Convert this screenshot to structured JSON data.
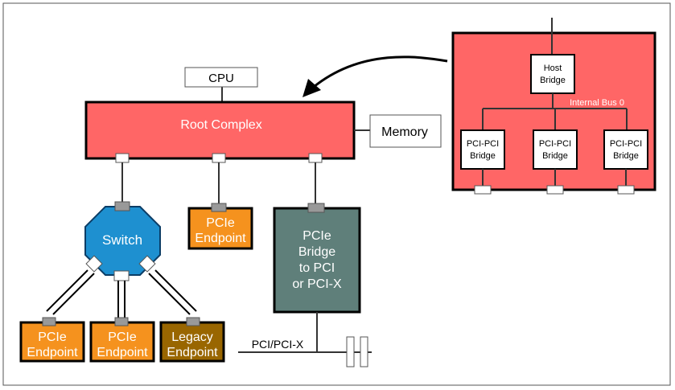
{
  "labels": {
    "cpu": "CPU",
    "root_complex": "Root Complex",
    "memory": "Memory",
    "switch": "Switch",
    "pcie_endpoint_mid": [
      "PCIe",
      "Endpoint"
    ],
    "pcie_bridge": [
      "PCIe",
      "Bridge",
      "to PCI",
      "or PCI-X"
    ],
    "endpoint_left": [
      "PCIe",
      "Endpoint"
    ],
    "endpoint_center": [
      "PCIe",
      "Endpoint"
    ],
    "legacy_endpoint": [
      "Legacy",
      "Endpoint"
    ],
    "pci_bus": "PCI/PCI-X",
    "host_bridge": [
      "Host",
      "Bridge"
    ],
    "internal_bus": "Internal Bus 0",
    "pci_pci_bridges": [
      [
        "PCI-PCI",
        "Bridge"
      ],
      [
        "PCI-PCI",
        "Bridge"
      ],
      [
        "PCI-PCI",
        "Bridge"
      ]
    ]
  },
  "colors": {
    "root_complex": "#ff6666",
    "switch": "#1e90d0",
    "endpoint": "#f5921e",
    "legacy": "#996600",
    "bridge": "#5f7f7a",
    "port": "#999999"
  }
}
